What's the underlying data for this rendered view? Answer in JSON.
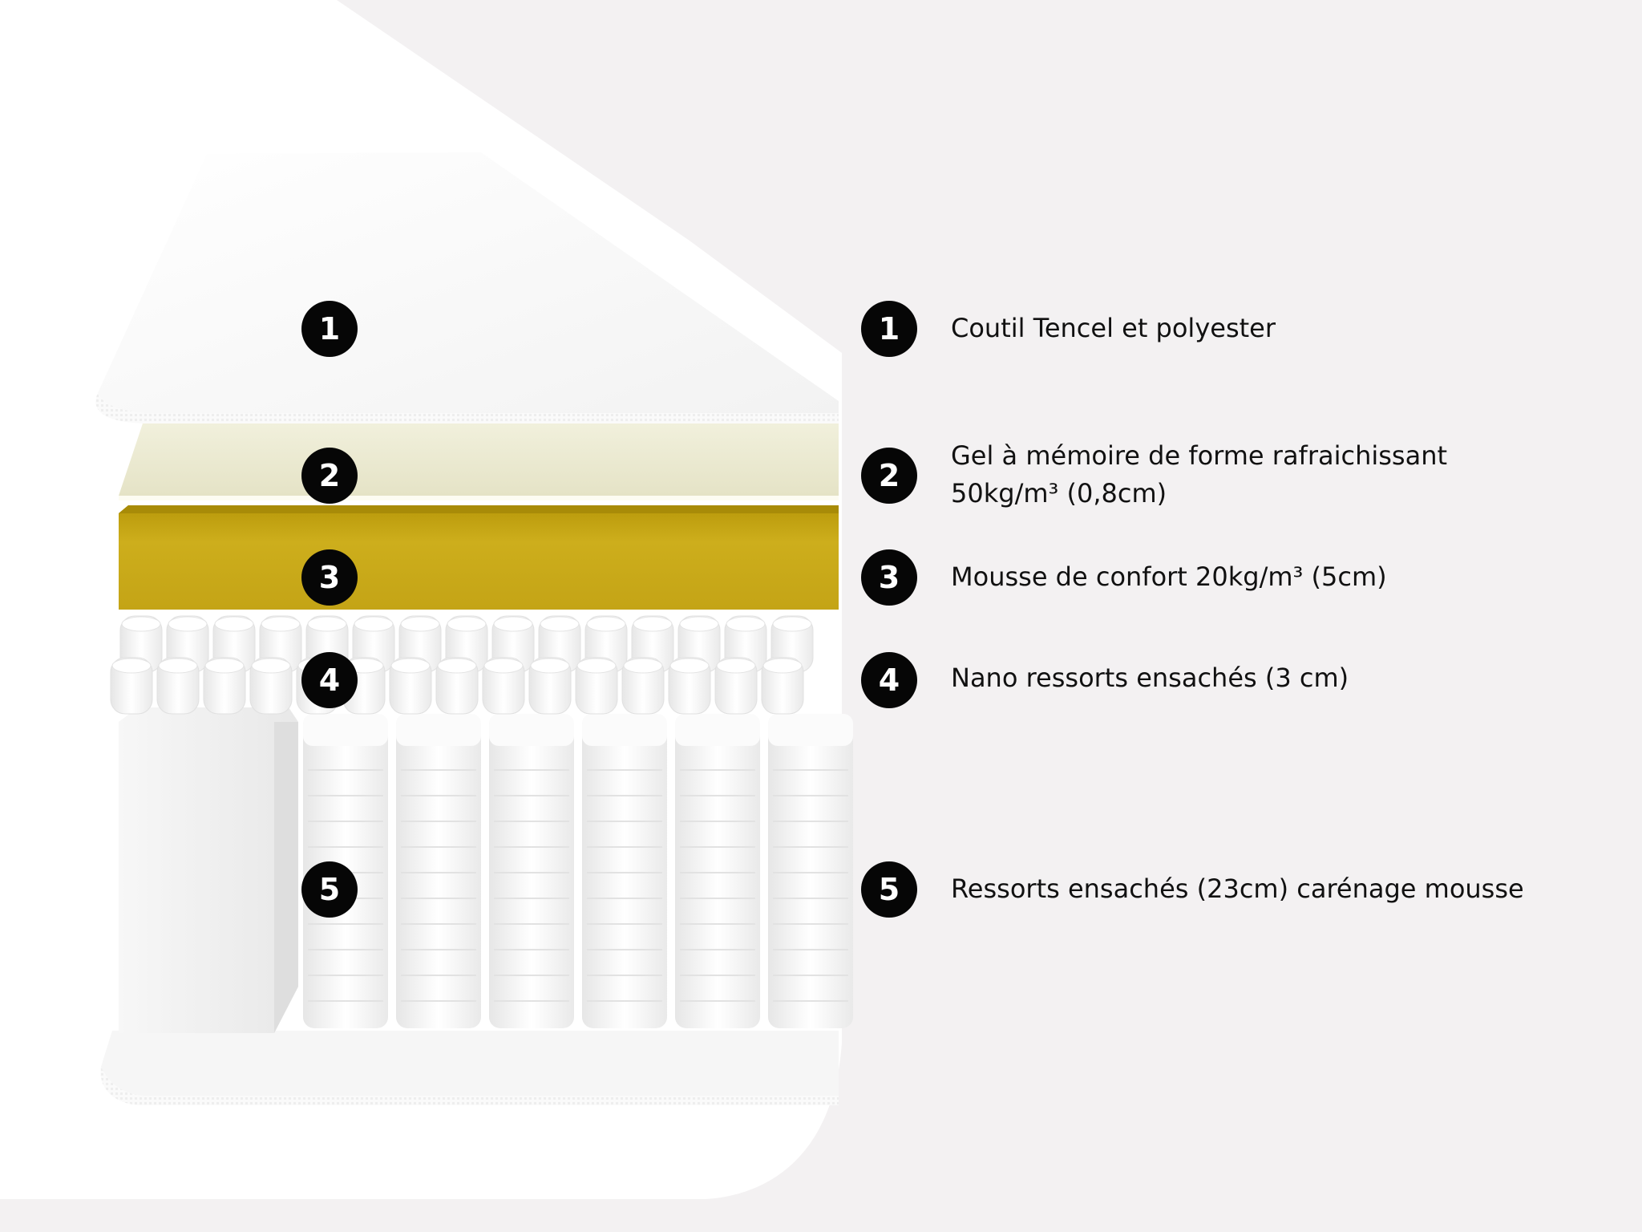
{
  "layers": [
    {
      "number": "1",
      "label": "Coutil Tencel et polyester",
      "label_line2": ""
    },
    {
      "number": "2",
      "label": "Gel à mémoire de forme rafraichissant",
      "label_line2": "50kg/m³ (0,8cm)"
    },
    {
      "number": "3",
      "label": "Mousse de confort 20kg/m³ (5cm)",
      "label_line2": ""
    },
    {
      "number": "4",
      "label": "Nano ressorts ensachés (3 cm)",
      "label_line2": ""
    },
    {
      "number": "5",
      "label": "Ressorts ensachés (23cm) carénage mousse",
      "label_line2": ""
    }
  ],
  "colors": {
    "background": "#f3f1f2",
    "panel": "#ffffff",
    "cover": "#fbfbfb",
    "gel_layer": "#ecebd4",
    "comfort_foam": "#c9aa17",
    "springs": "#f6f6f6",
    "badge": "#060606",
    "badge_text": "#ffffff"
  }
}
